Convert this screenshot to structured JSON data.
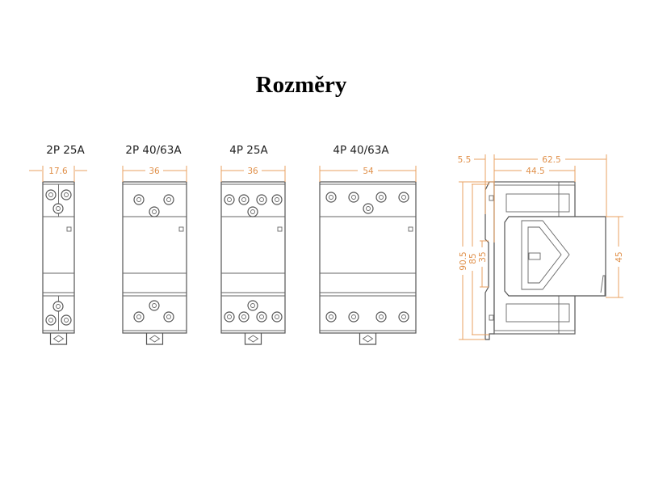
{
  "title": "Rozměry",
  "models": [
    {
      "label": "2P 25A",
      "width_dim": "17.6"
    },
    {
      "label": "2P 40/63A",
      "width_dim": "36"
    },
    {
      "label": "4P 25A",
      "width_dim": "36"
    },
    {
      "label": "4P 40/63A",
      "width_dim": "54"
    }
  ],
  "side_view": {
    "dims": {
      "offset": "5.5",
      "depth_total": "62.5",
      "depth_body": "44.5",
      "height_total": "90.5",
      "height_body": "85",
      "rail": "35",
      "front": "45"
    }
  },
  "colors": {
    "dimension": "#e8a060",
    "outline": "#555555"
  }
}
